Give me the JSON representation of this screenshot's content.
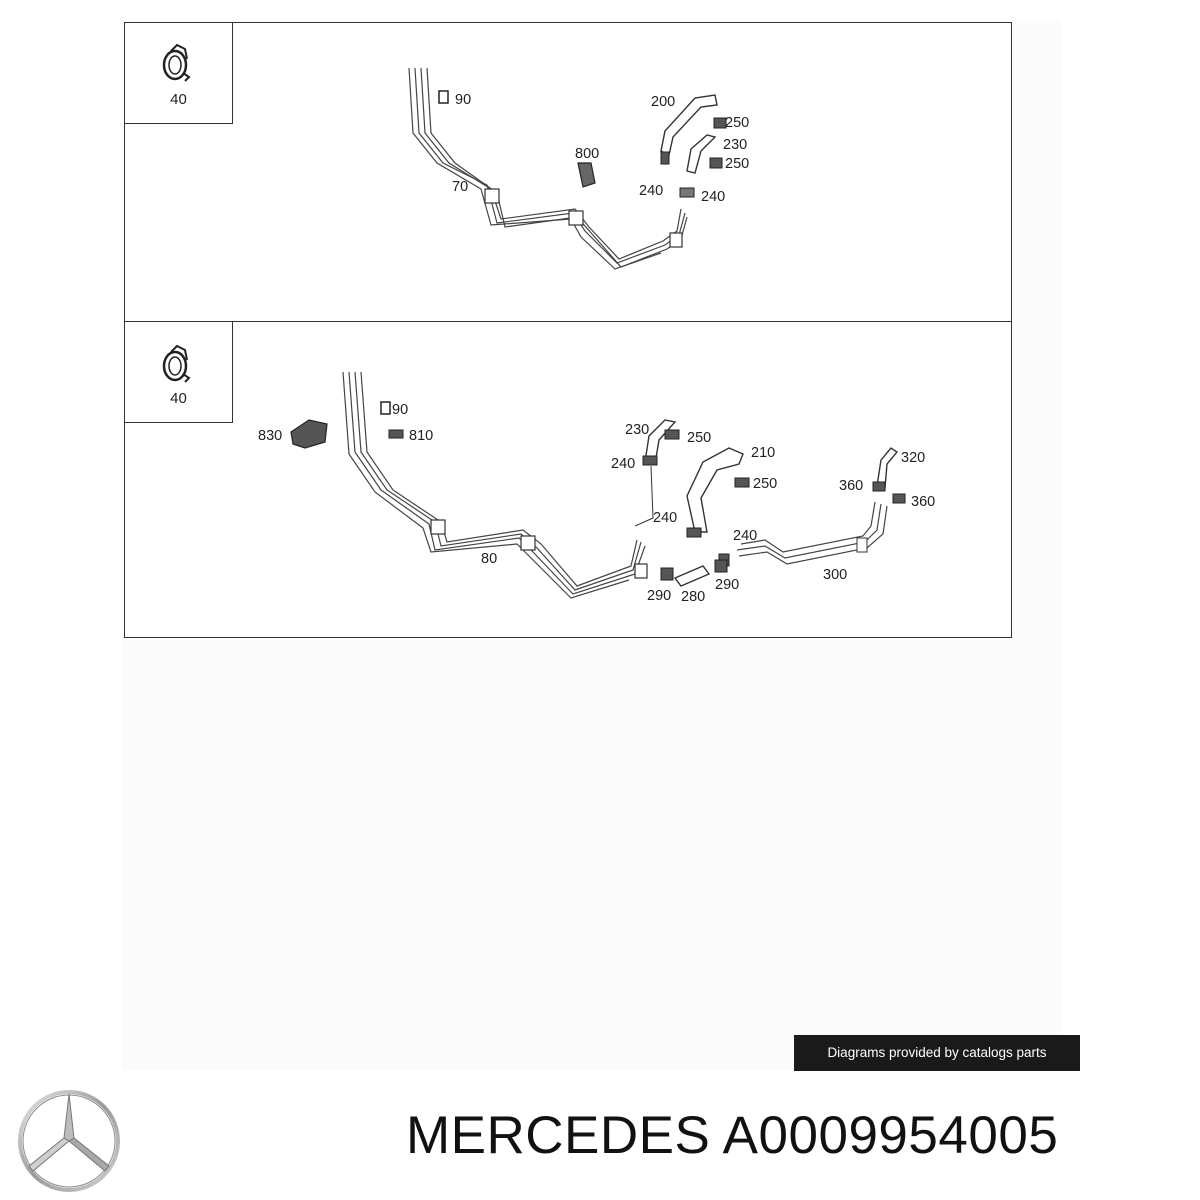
{
  "top_panel": {
    "inset_label": "40",
    "labels": {
      "l90": "90",
      "l70": "70",
      "l800": "800",
      "l200": "200",
      "l250a": "250",
      "l230": "230",
      "l250b": "250",
      "l240a": "240",
      "l240b": "240"
    }
  },
  "bottom_panel": {
    "inset_label": "40",
    "labels": {
      "l90": "90",
      "l830": "830",
      "l810": "810",
      "l80": "80",
      "l230": "230",
      "l250a": "250",
      "l240a": "240",
      "l210": "210",
      "l250b": "250",
      "l240b": "240",
      "l240c": "240",
      "l290a": "290",
      "l280": "280",
      "l290b": "290",
      "l300": "300",
      "l320": "320",
      "l360a": "360",
      "l360b": "360"
    }
  },
  "credit": "Diagrams provided by catalogs parts",
  "footer": {
    "title": "MERCEDES A0009954005"
  }
}
